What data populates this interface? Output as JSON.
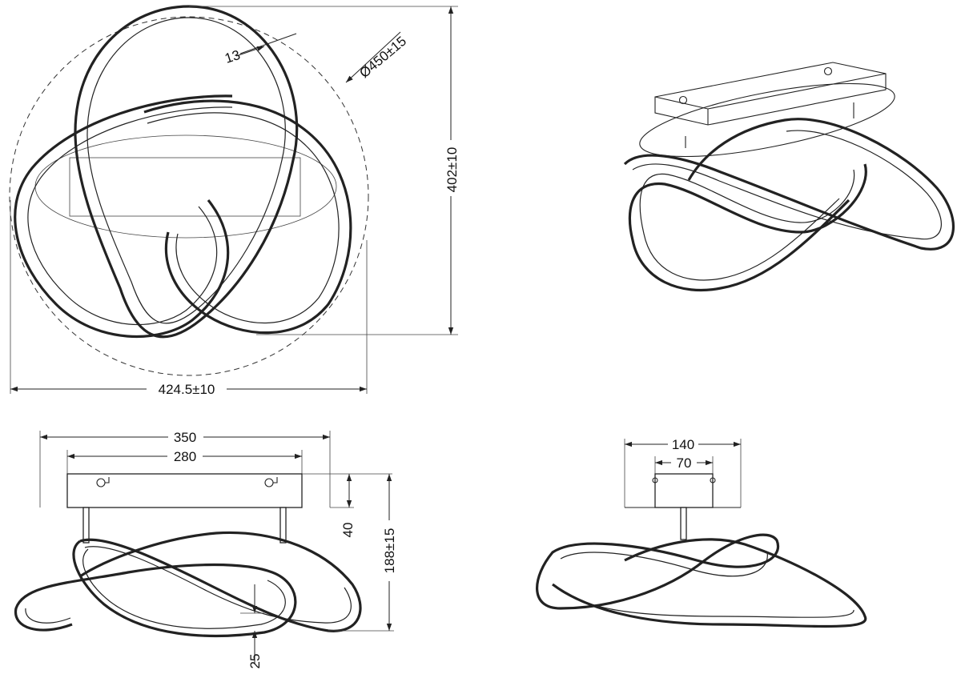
{
  "views": {
    "top_view": {
      "outer_diameter": "Ø450±15",
      "width": "424.5±10",
      "height": "402±10",
      "ring_thickness": "13"
    },
    "front_view": {
      "base_length": "350",
      "mount_spacing": "280",
      "base_height": "40",
      "total_height": "188±15",
      "ring_height": "25"
    },
    "side_view": {
      "base_depth": "140",
      "mount_depth": "70"
    }
  },
  "colors": {
    "line": "#222222",
    "background": "#ffffff"
  }
}
